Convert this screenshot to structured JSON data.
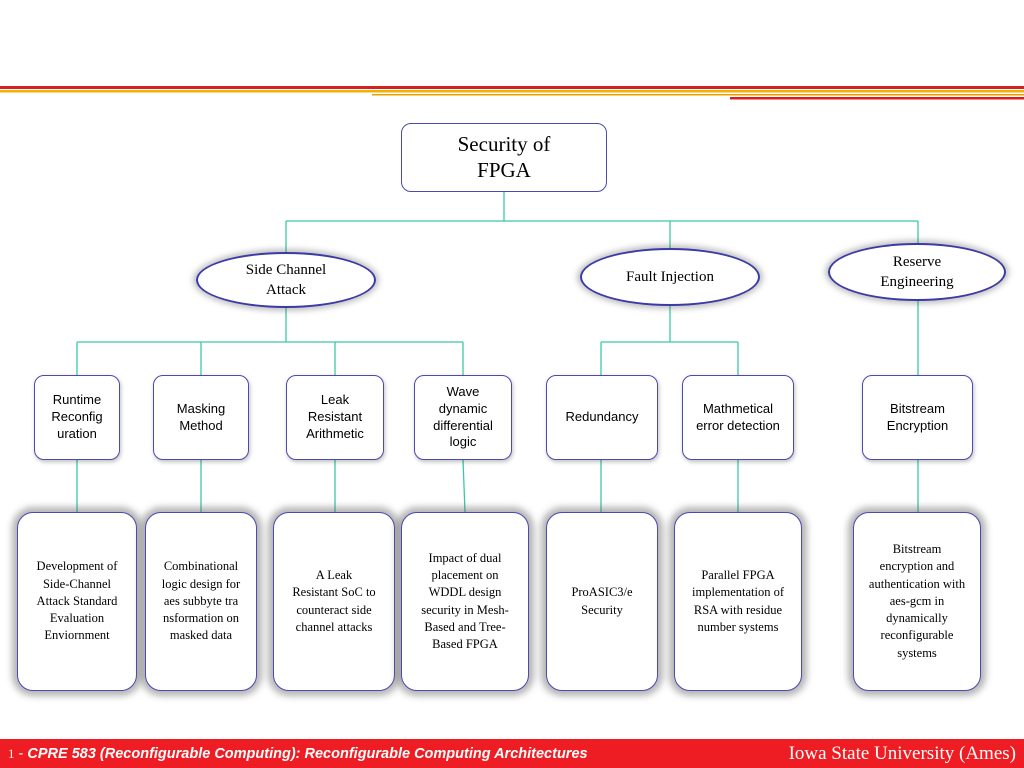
{
  "diagram": {
    "root": "Security of FPGA",
    "categories": [
      {
        "label": "Side Channel Attack"
      },
      {
        "label": "Fault Injection"
      },
      {
        "label": "Reserve Engineering"
      }
    ],
    "methods": [
      {
        "label": "Runtime Reconfig uration"
      },
      {
        "label": "Masking Method"
      },
      {
        "label": "Leak Resistant Arithmetic"
      },
      {
        "label": "Wave dynamic differential logic"
      },
      {
        "label": "Redundancy"
      },
      {
        "label": "Mathmetical error detection"
      },
      {
        "label": "Bitstream Encryption"
      }
    ],
    "papers": [
      {
        "label": "Development of Side-Channel Attack Standard Evaluation Enviornment"
      },
      {
        "label": "Combinational logic design for aes subbyte transformation on masked data"
      },
      {
        "label": "A Leak Resistant SoC to counteract side channel attacks"
      },
      {
        "label": "Impact of dual placement on WDDL design security in Mesh-Based and Tree-Based FPGA"
      },
      {
        "label": "ProASIC3/e Security"
      },
      {
        "label": "Parallel FPGA implementation of RSA with residue number systems"
      },
      {
        "label": "Bitstream encryption and authentication with aes-gcm in dynamically reconfigurable systems"
      }
    ]
  },
  "footer": {
    "slide_number": "1",
    "separator": " - ",
    "course": "CPRE 583 (Reconfigurable Computing):  Reconfigurable Computing Architectures",
    "university": "Iowa State University (Ames)"
  },
  "colors": {
    "connector": "#3cc8a6",
    "footer_bg": "#ee1d23",
    "node_border": "#4a4ab0",
    "header_red": "#d42020",
    "header_gold": "#f0b400"
  }
}
